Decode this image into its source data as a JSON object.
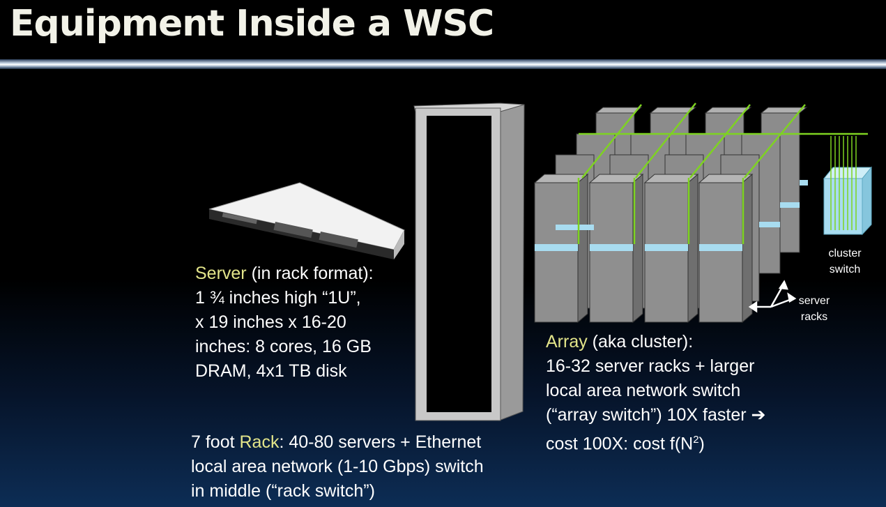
{
  "slide": {
    "title": "Equipment Inside a WSC"
  },
  "server": {
    "heading": "Server",
    "heading_rest": " (in rack format):",
    "lines": [
      "1 ¾ inches high “1U”,",
      "x 19 inches x 16-20",
      "inches: 8 cores, 16 GB",
      "DRAM, 4x1 TB disk"
    ]
  },
  "rack": {
    "prefix": "7 foot ",
    "heading": "Rack",
    "line1_rest": ":  40-80 servers + Ethernet",
    "lines": [
      "local area network (1-10 Gbps) switch",
      "in middle (“rack switch”)"
    ]
  },
  "array": {
    "heading": "Array",
    "heading_rest": " (aka cluster):",
    "lines": [
      "16-32 server racks + larger",
      "local area network switch",
      "(“array switch”) 10X faster ➔",
      "cost 100X: cost f(N"
    ],
    "superscript": "2",
    "close": ")"
  },
  "labels": {
    "cluster_switch_1": "cluster",
    "cluster_switch_2": "switch",
    "server_racks_1": "server",
    "server_racks_2": "racks"
  },
  "colors": {
    "keyword": "#e3e58a",
    "cable_green": "#7ed321",
    "accent_band": "#a8dcf0"
  }
}
